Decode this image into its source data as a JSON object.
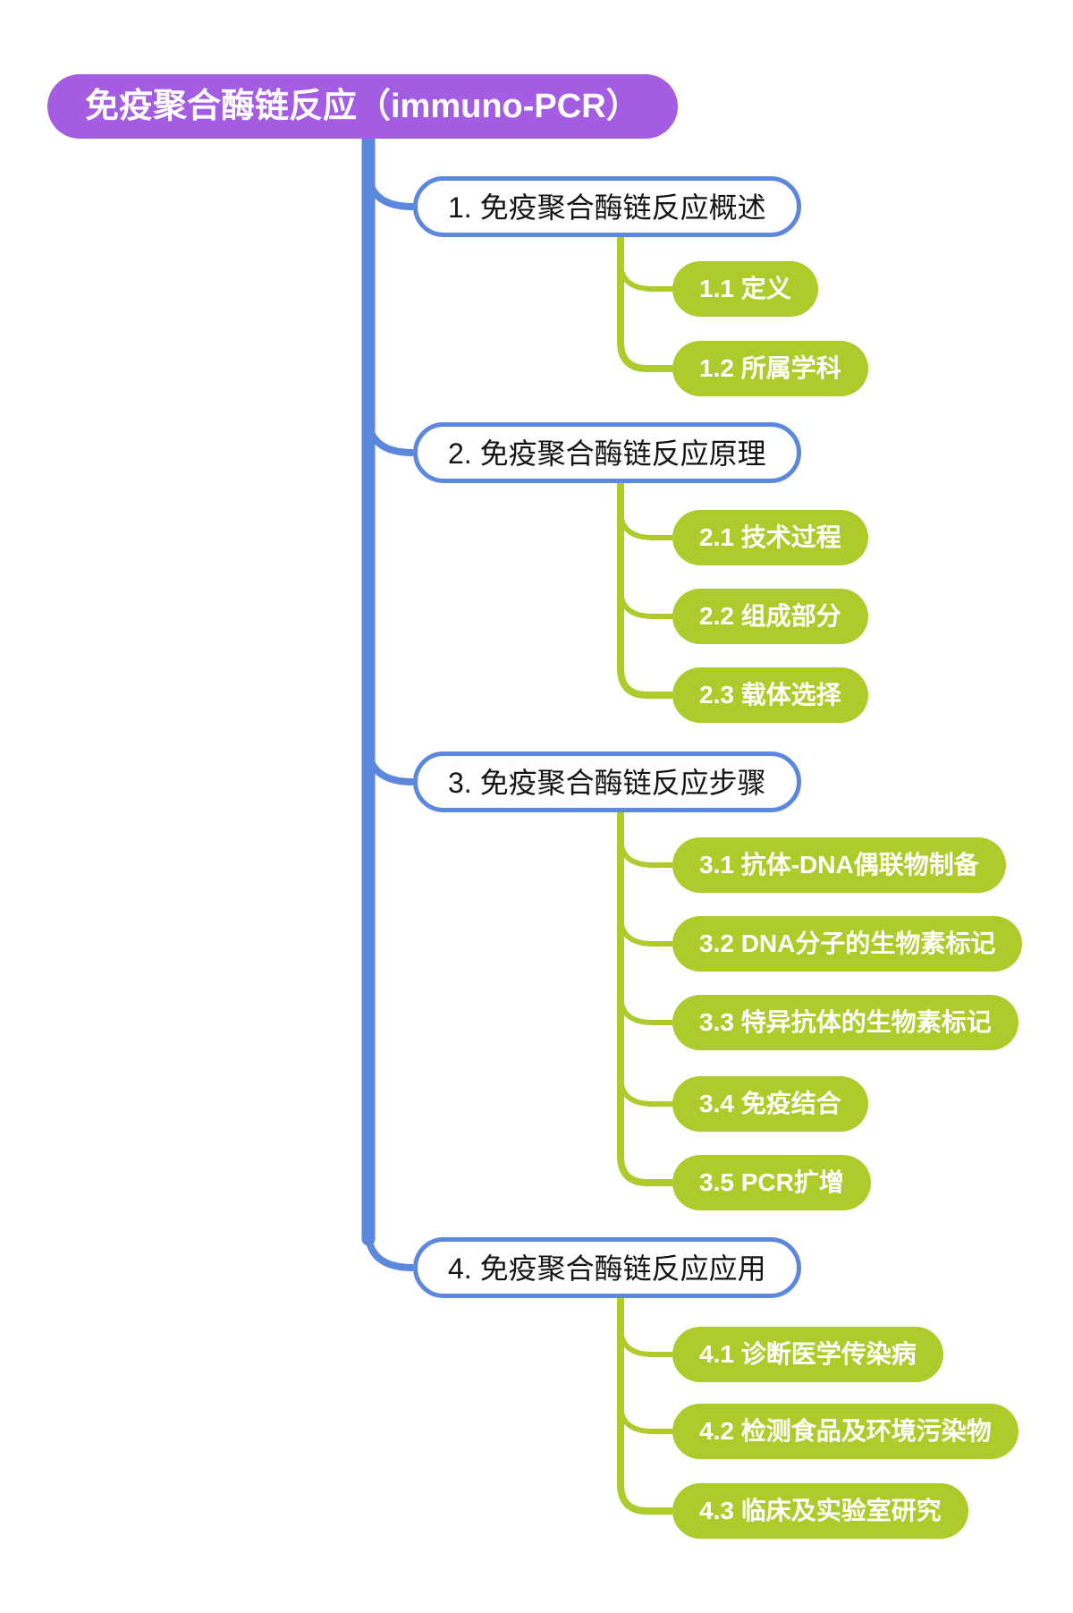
{
  "colors": {
    "root_bg": "#A45CE3",
    "branch_border": "#5B87DC",
    "branch_bg": "#FFFFFF",
    "branch_text": "#141414",
    "leaf_bg": "#ADCC2C",
    "leaf_text": "#FFFFFF",
    "root_text": "#FFFFFF",
    "canvas_bg": "#FFFFFF"
  },
  "mindmap": {
    "root": {
      "label": "免疫聚合酶链反应（immuno-PCR）"
    },
    "branches": [
      {
        "label": "1. 免疫聚合酶链反应概述",
        "children": [
          {
            "label": "1.1 定义"
          },
          {
            "label": "1.2 所属学科"
          }
        ]
      },
      {
        "label": "2. 免疫聚合酶链反应原理",
        "children": [
          {
            "label": "2.1 技术过程"
          },
          {
            "label": "2.2 组成部分"
          },
          {
            "label": "2.3 载体选择"
          }
        ]
      },
      {
        "label": "3. 免疫聚合酶链反应步骤",
        "children": [
          {
            "label": "3.1 抗体-DNA偶联物制备"
          },
          {
            "label": "3.2 DNA分子的生物素标记"
          },
          {
            "label": "3.3 特异抗体的生物素标记"
          },
          {
            "label": "3.4 免疫结合"
          },
          {
            "label": "3.5 PCR扩增"
          }
        ]
      },
      {
        "label": "4. 免疫聚合酶链反应应用",
        "children": [
          {
            "label": "4.1 诊断医学传染病"
          },
          {
            "label": "4.2 检测食品及环境污染物"
          },
          {
            "label": "4.3 临床及实验室研究"
          }
        ]
      }
    ]
  }
}
